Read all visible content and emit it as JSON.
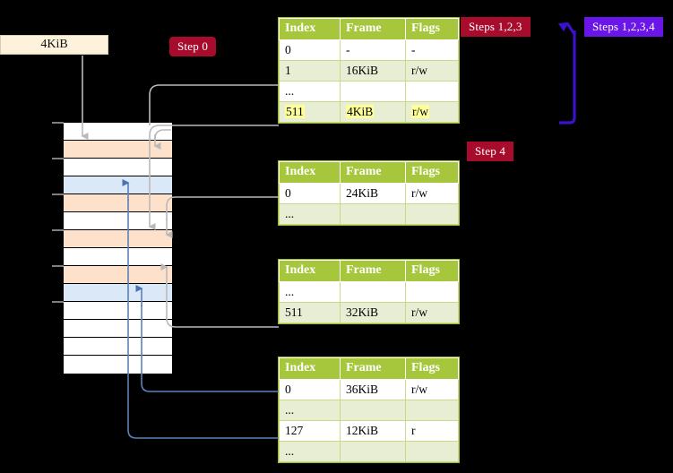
{
  "labels": {
    "step0": "Step 0",
    "step4": "Step 4",
    "steps123": "Steps 1,2,3",
    "steps1234": "Steps 1,2,3,4",
    "kib_box": "4KiB"
  },
  "colors": {
    "badge_red": "#a80c2c",
    "badge_purple": "#6b16e8",
    "table_header": "#a6c63c",
    "table_alt_row": "#e8eed4",
    "mem_orange": "#fde1cb",
    "mem_blue": "#dbe8f8",
    "kib_box_fill": "#fdf3dc",
    "highlight": "#ffff99",
    "wire_grey": "#b3b3b3",
    "wire_blue": "#5b82b8",
    "bracket_purple": "#3b11cf"
  },
  "columns": [
    "Index",
    "Frame",
    "Flags"
  ],
  "tables": [
    {
      "name": "table-pml4",
      "rows": [
        {
          "index": "0",
          "frame": "-",
          "flags": "-",
          "style": "plain",
          "highlight": false
        },
        {
          "index": "1",
          "frame": "16KiB",
          "flags": "r/w",
          "style": "alt",
          "highlight": false
        },
        {
          "index": "...",
          "frame": "",
          "flags": "",
          "style": "plain",
          "highlight": false
        },
        {
          "index": "511",
          "frame": "4KiB",
          "flags": "r/w",
          "style": "alt",
          "highlight": true
        }
      ]
    },
    {
      "name": "table-pdpt",
      "rows": [
        {
          "index": "0",
          "frame": "24KiB",
          "flags": "r/w",
          "style": "plain",
          "highlight": false
        },
        {
          "index": "...",
          "frame": "",
          "flags": "",
          "style": "alt",
          "highlight": false
        }
      ]
    },
    {
      "name": "table-pd",
      "rows": [
        {
          "index": "...",
          "frame": "",
          "flags": "",
          "style": "plain",
          "highlight": false
        },
        {
          "index": "511",
          "frame": "32KiB",
          "flags": "r/w",
          "style": "alt",
          "highlight": false
        }
      ]
    },
    {
      "name": "table-pt",
      "rows": [
        {
          "index": "0",
          "frame": "36KiB",
          "flags": "r/w",
          "style": "plain",
          "highlight": false
        },
        {
          "index": "...",
          "frame": "",
          "flags": "",
          "style": "alt",
          "highlight": false
        },
        {
          "index": "127",
          "frame": "12KiB",
          "flags": "r",
          "style": "plain",
          "highlight": false
        },
        {
          "index": "...",
          "frame": "",
          "flags": "",
          "style": "alt",
          "highlight": false
        }
      ]
    }
  ],
  "memory_rows": [
    {
      "fill": "white"
    },
    {
      "fill": "orange"
    },
    {
      "fill": "white"
    },
    {
      "fill": "blue"
    },
    {
      "fill": "orange"
    },
    {
      "fill": "white"
    },
    {
      "fill": "orange"
    },
    {
      "fill": "white"
    },
    {
      "fill": "orange"
    },
    {
      "fill": "blue"
    },
    {
      "fill": "white"
    },
    {
      "fill": "white"
    },
    {
      "fill": "white"
    },
    {
      "fill": "white"
    }
  ]
}
